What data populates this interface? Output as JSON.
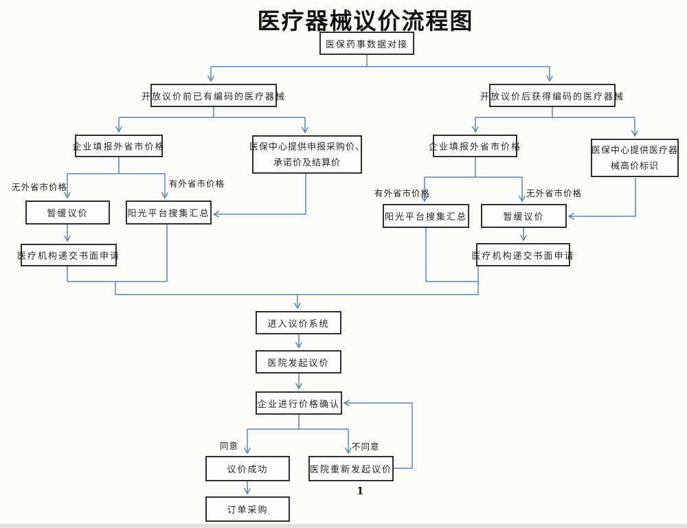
{
  "title": "医疗器械议价流程图",
  "page_number": "1",
  "colors": {
    "connector": "#5d85ae",
    "box_border": "#2e2e2e",
    "text": "#262626"
  },
  "nodes": {
    "data_link": {
      "label": "医保药事数据对接"
    },
    "pre_coded": {
      "label": "开放议价前已有编码的医疗器械"
    },
    "post_coded": {
      "label": "开放议价后获得编码的医疗器械"
    },
    "left_fill": {
      "label": "企业填报外省市价格"
    },
    "left_center_price": {
      "line1": "医保中心提供申报采购价、",
      "line2": "承诺价及结算价"
    },
    "right_fill": {
      "label": "企业填报外省市价格"
    },
    "right_high_price": {
      "line1": "医保中心提供医疗器",
      "line2": "械高价标识"
    },
    "left_pause": {
      "label": "暂缓议价"
    },
    "left_sunshine": {
      "label": "阳光平台搜集汇总"
    },
    "right_sunshine": {
      "label": "阳光平台搜集汇总"
    },
    "right_pause": {
      "label": "暂缓议价"
    },
    "left_apply": {
      "label": "医疗机构递交书面申请"
    },
    "right_apply": {
      "label": "医疗机构递交书面申请"
    },
    "enter_system": {
      "label": "进入议价系统"
    },
    "hospital_initiate": {
      "label": "医院发起议价"
    },
    "confirm_price": {
      "label": "企业进行价格确认"
    },
    "success": {
      "label": "议价成功"
    },
    "re_initiate": {
      "label": "医院重新发起议价"
    },
    "order": {
      "label": "订单采购"
    }
  },
  "edge_labels": {
    "left_no_price": "无外省市价格",
    "left_has_price": "有外省市价格",
    "right_has_price": "有外省市价格",
    "right_no_price": "无外省市价格",
    "agree": "同意",
    "disagree": "不同意"
  }
}
